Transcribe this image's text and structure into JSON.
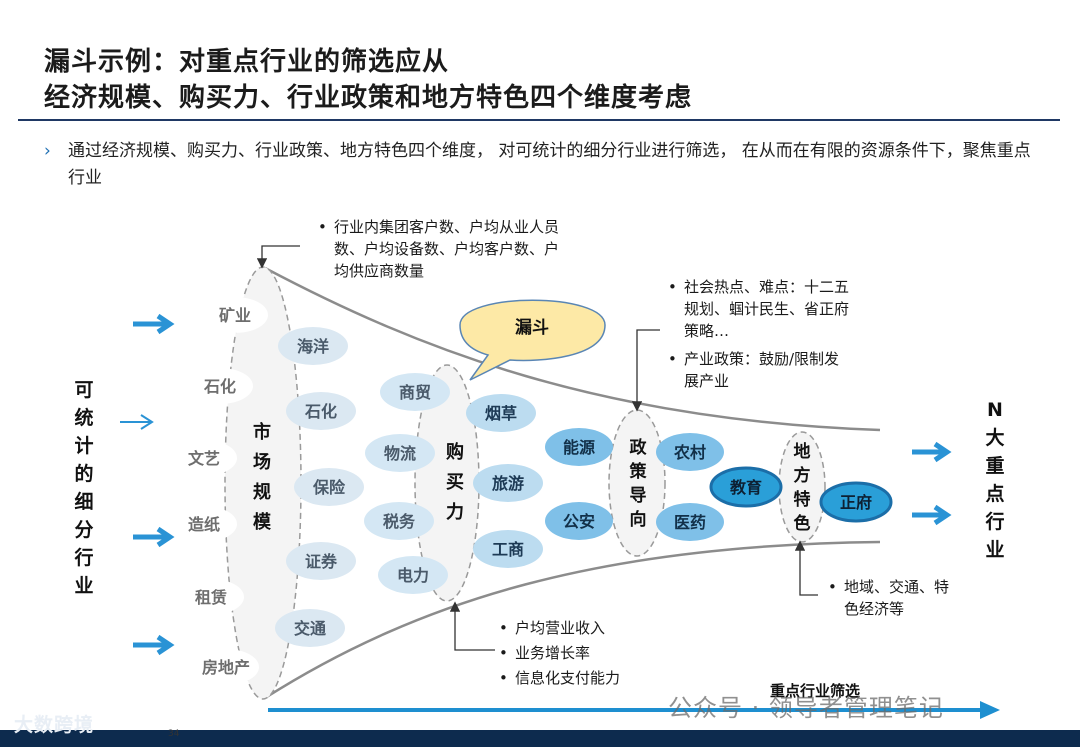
{
  "title": {
    "line1": "漏斗示例：对重点行业的筛选应从",
    "line2": "经济规模、购买力、行业政策和地方特色四个维度考虑"
  },
  "intro": {
    "bullet": "›",
    "text": "通过经济规模、购买力、行业政策、地方特色四个维度， 对可统计的细分行业进行筛选， 在从而在有限的资源条件下，聚焦重点行业"
  },
  "left_label": "可\n统\n计\n的\n细\n分\n行\n业",
  "right_label": "N\n大\n重\n点\n行\n业",
  "stages": {
    "market_scale": "市\n场\n规\n模",
    "purchasing_power": "购\n买\n力",
    "policy": "政\n策\n导\n向",
    "local": "地\n方\n特\n色"
  },
  "funnel_callout": "漏斗",
  "input_industries": [
    "矿业",
    "石化",
    "文艺",
    "造纸",
    "租赁",
    "房地产"
  ],
  "scale_industries": [
    "海洋",
    "石化",
    "保险",
    "证券",
    "交通"
  ],
  "power_col1": [
    "商贸",
    "物流",
    "税务",
    "电力"
  ],
  "power_col2": [
    "烟草",
    "旅游",
    "工商"
  ],
  "policy_col": [
    "能源",
    "公安"
  ],
  "policy_col2": [
    "农村",
    "医药"
  ],
  "local_col": [
    "教育"
  ],
  "final": [
    "正府"
  ],
  "notes": {
    "top": [
      "行业内集团客户数、户均从业人员数、户均设备数、户均客户数、户均供应商数量"
    ],
    "policy": [
      "社会热点、难点：十二五规划、蝈计民生、省正府策略…",
      "产业政策：鼓励/限制发展产业"
    ],
    "bottom": [
      "户均营业收入",
      "业务增长率",
      "信息化支付能力"
    ],
    "local": [
      "地域、交通、特色经济等"
    ]
  },
  "bottom_arrow_label": "重点行业筛选",
  "watermark": "公众号 · 领导者管理笔记",
  "brand": "大数跨境",
  "page_number": "34",
  "colors": {
    "arrow_blue": "#2a93d5",
    "bubble_blue": "#bcdcf0",
    "bubble_mid": "#7fc0e8",
    "bubble_dark": "#2a9fd8",
    "callout_fill": "#fde9a6",
    "funnel_line": "#8c8c8c",
    "title_rule": "#1f3864"
  }
}
